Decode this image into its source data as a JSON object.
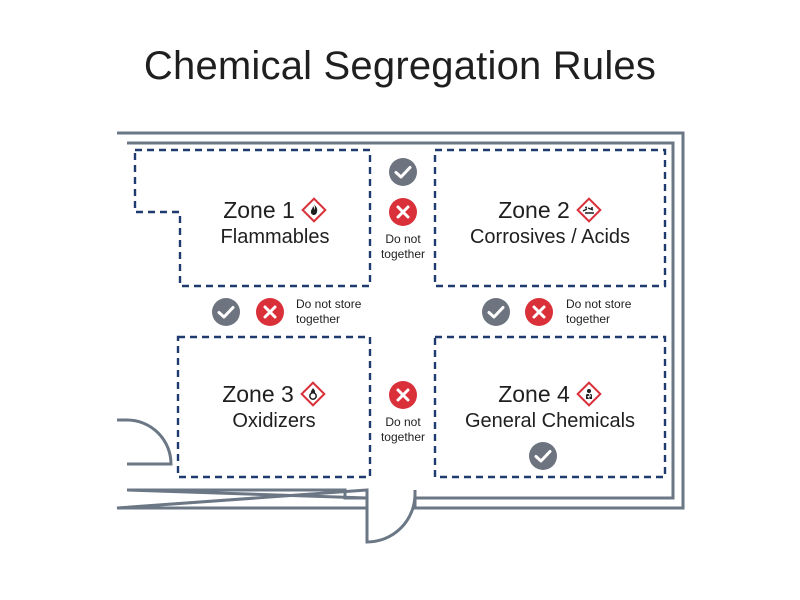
{
  "title": "Chemical Segregation Rules",
  "colors": {
    "wall": "#6b7785",
    "zone_border": "#1f3a6e",
    "ok_badge": "#6d7480",
    "no_badge": "#d9303a",
    "hazard_red": "#d9303a"
  },
  "zones": [
    {
      "name": "Zone 1",
      "category": "Flammables",
      "hazard_icon": "flame-pictogram"
    },
    {
      "name": "Zone 2",
      "category": "Corrosives / Acids",
      "hazard_icon": "corrosion-pictogram"
    },
    {
      "name": "Zone 3",
      "category": "Oxidizers",
      "hazard_icon": "flame-over-circle-pictogram"
    },
    {
      "name": "Zone 4",
      "category": "General Chemicals",
      "hazard_icon": "health-hazard-pictogram"
    }
  ],
  "rules": {
    "between_1_2": {
      "allowed_icon": "check-icon",
      "denied_icon": "cross-icon",
      "line1": "Do not",
      "line2": "together"
    },
    "between_1_3": {
      "allowed_icon": "check-icon",
      "denied_icon": "cross-icon",
      "line1": "Do not store",
      "line2": "together"
    },
    "between_2_4": {
      "allowed_icon": "check-icon",
      "denied_icon": "cross-icon",
      "line1": "Do not store",
      "line2": "together"
    },
    "between_3_4": {
      "denied_icon": "cross-icon",
      "line1": "Do not",
      "line2": "together"
    },
    "zone4": {
      "allowed_icon": "check-icon"
    }
  }
}
